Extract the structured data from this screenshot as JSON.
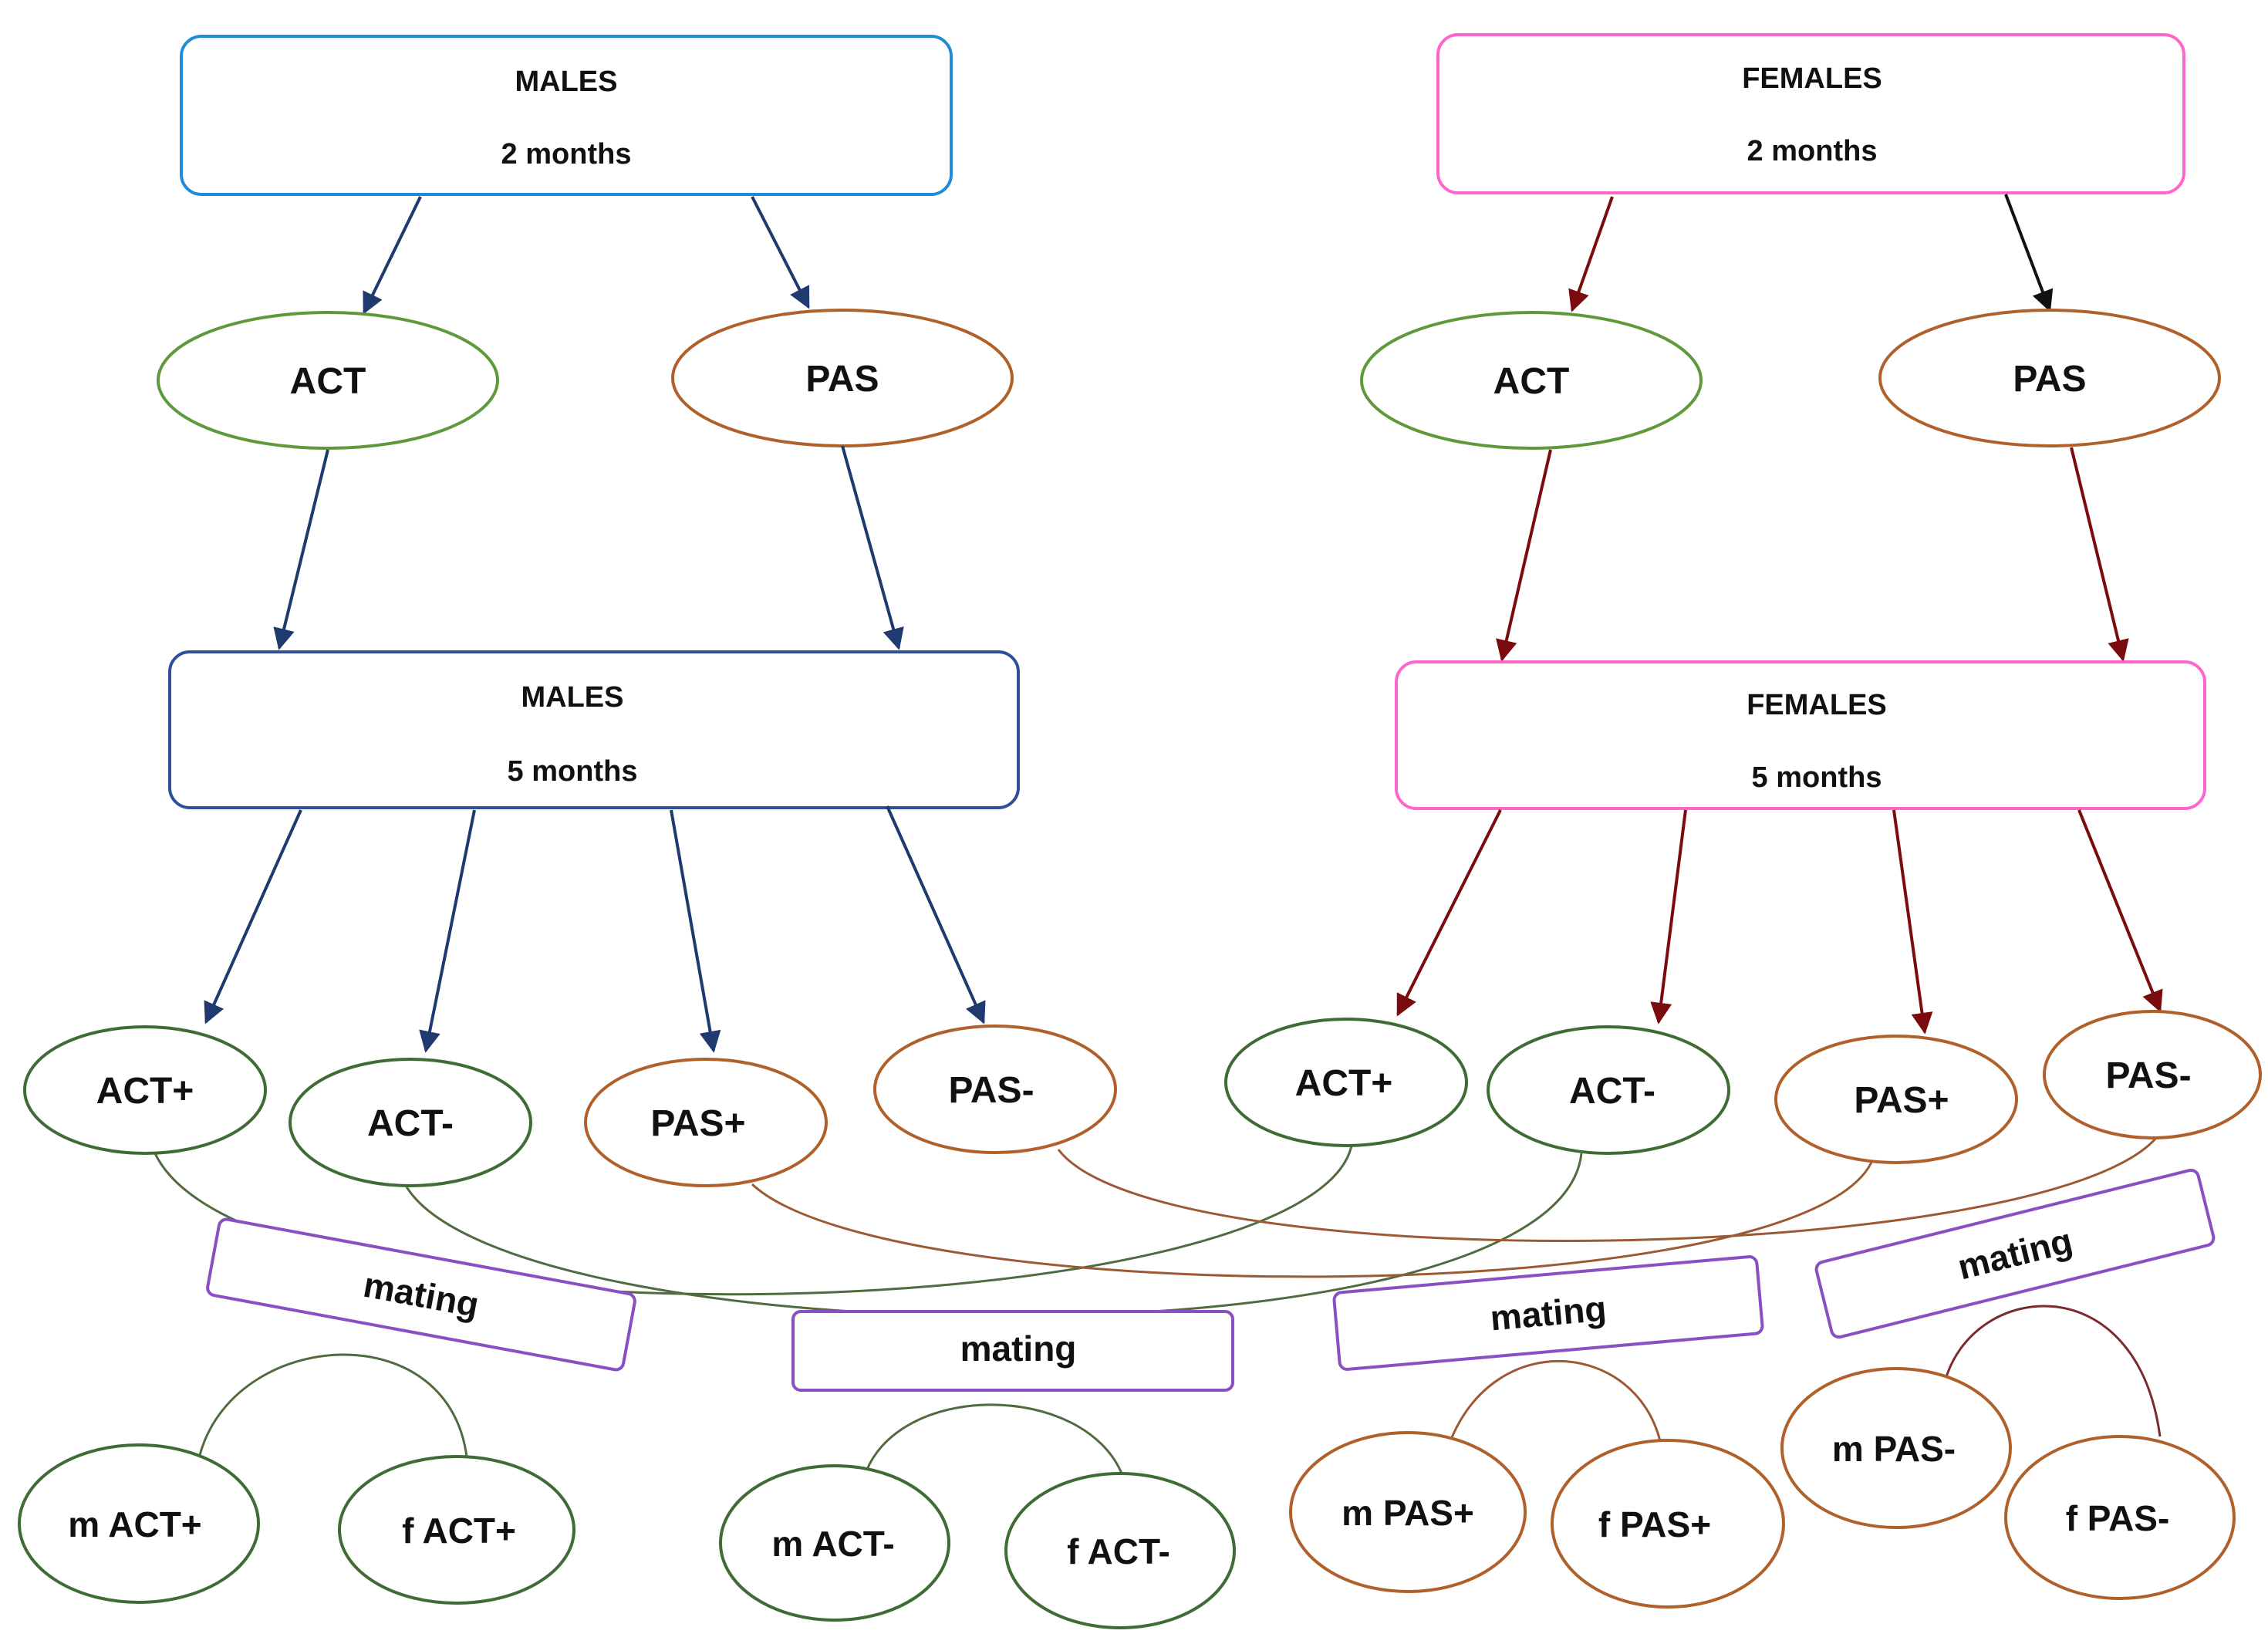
{
  "colors": {
    "male_box": "#1f8dd6",
    "male_box_5m": "#2f4f9a",
    "female_box": "#ff66cc",
    "act_stroke": "#5e9a3c",
    "act_dark_stroke": "#3f6b35",
    "pas_stroke": "#b0602a",
    "mating_stroke": "#8a4fc0",
    "male_arrow": "#1f3a6e",
    "female_arrow": "#7a0c10",
    "black_arrow": "#111111",
    "act_curve": "#4f6b3f",
    "pas_curve": "#9b5a34"
  },
  "males_2m": {
    "title": "MALES",
    "age": "2 months"
  },
  "females_2m": {
    "title": "FEMALES",
    "age": "2 months"
  },
  "males_5m": {
    "title": "MALES",
    "age": "5 months"
  },
  "females_5m": {
    "title": "FEMALES",
    "age": "5 months"
  },
  "groups": {
    "m_act": "ACT",
    "m_pas": "PAS",
    "f_act": "ACT",
    "f_pas": "PAS"
  },
  "subgroups": {
    "m_act_plus": "ACT+",
    "m_act_minus": "ACT-",
    "m_pas_plus": "PAS+",
    "m_pas_minus": "PAS-",
    "f_act_plus": "ACT+",
    "f_act_minus": "ACT-",
    "f_pas_plus": "PAS+",
    "f_pas_minus": "PAS-"
  },
  "mating": [
    "mating",
    "mating",
    "mating",
    "mating"
  ],
  "offspring": {
    "m_act_plus": "m ACT+",
    "f_act_plus": "f ACT+",
    "m_act_minus": "m ACT-",
    "f_act_minus": "f ACT-",
    "m_pas_plus": "m PAS+",
    "f_pas_plus": "f PAS+",
    "m_pas_minus": "m PAS-",
    "f_pas_minus": "f PAS-"
  }
}
